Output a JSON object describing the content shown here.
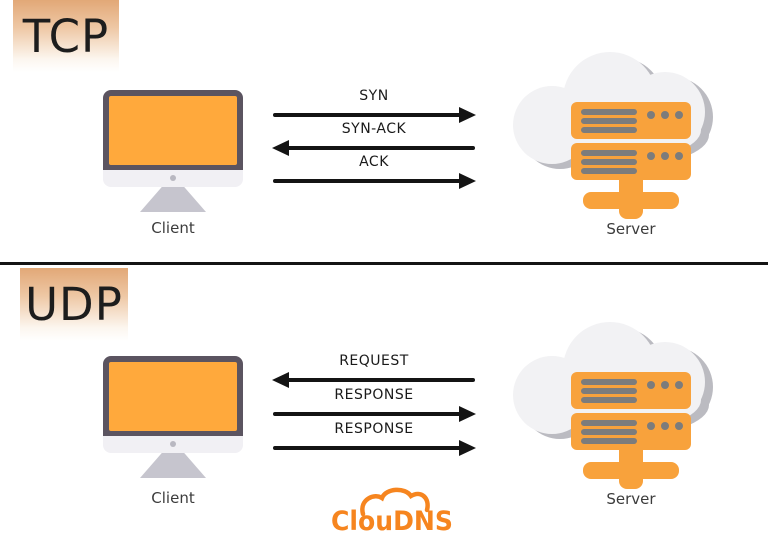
{
  "colors": {
    "screen_orange": "#FFA93C",
    "server_orange": "#F8A23C",
    "bezel": "#5B5460",
    "chin": "#F1F0F4",
    "stand": "#C6C5CE",
    "cloud_fill": "#F2F2F4",
    "cloud_shadow": "#BBBBC1",
    "arrow_ink": "#141414",
    "grad_top": "#E2A877",
    "logo_orange": "#F6851F"
  },
  "sections": {
    "tcp": {
      "title": "TCP",
      "client_label": "Client",
      "server_label": "Server",
      "messages": [
        {
          "label": "SYN",
          "direction": "right"
        },
        {
          "label": "SYN-ACK",
          "direction": "left"
        },
        {
          "label": "ACK",
          "direction": "right"
        }
      ]
    },
    "udp": {
      "title": "UDP",
      "client_label": "Client",
      "server_label": "Server",
      "messages": [
        {
          "label": "REQUEST",
          "direction": "left"
        },
        {
          "label": "RESPONSE",
          "direction": "right"
        },
        {
          "label": "RESPONSE",
          "direction": "right"
        }
      ]
    }
  },
  "logo": {
    "text": "ClouDNS"
  }
}
